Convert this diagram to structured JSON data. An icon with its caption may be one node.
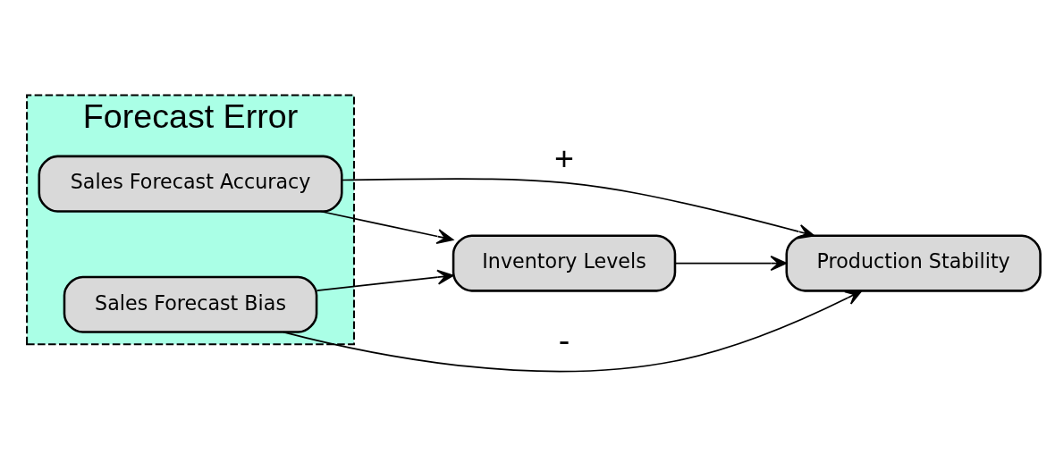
{
  "diagram": {
    "nodes": [
      {
        "text": [
          "Forecast Error"
        ]
      },
      {
        "text": [
          "Sales Forecast Accuracy"
        ],
        "in": 0
      },
      {
        "text": [
          "Sales Forecast Bias"
        ],
        "in": 0
      },
      {
        "text": [
          "Inventory Levels"
        ]
      },
      {
        "text": [
          "Production Stability"
        ]
      }
    ],
    "edges": [
      {
        "from": 1,
        "to": 3,
        "arrow": "to"
      },
      {
        "from": 2,
        "to": 3,
        "arrow": "to"
      },
      {
        "from": 3,
        "to": 4,
        "arrow": "to"
      },
      {
        "from": 1,
        "to": 4,
        "arrow": "to",
        "label": "+"
      },
      {
        "from": 2,
        "to": 4,
        "arrow": "to",
        "label": "-"
      }
    ]
  }
}
